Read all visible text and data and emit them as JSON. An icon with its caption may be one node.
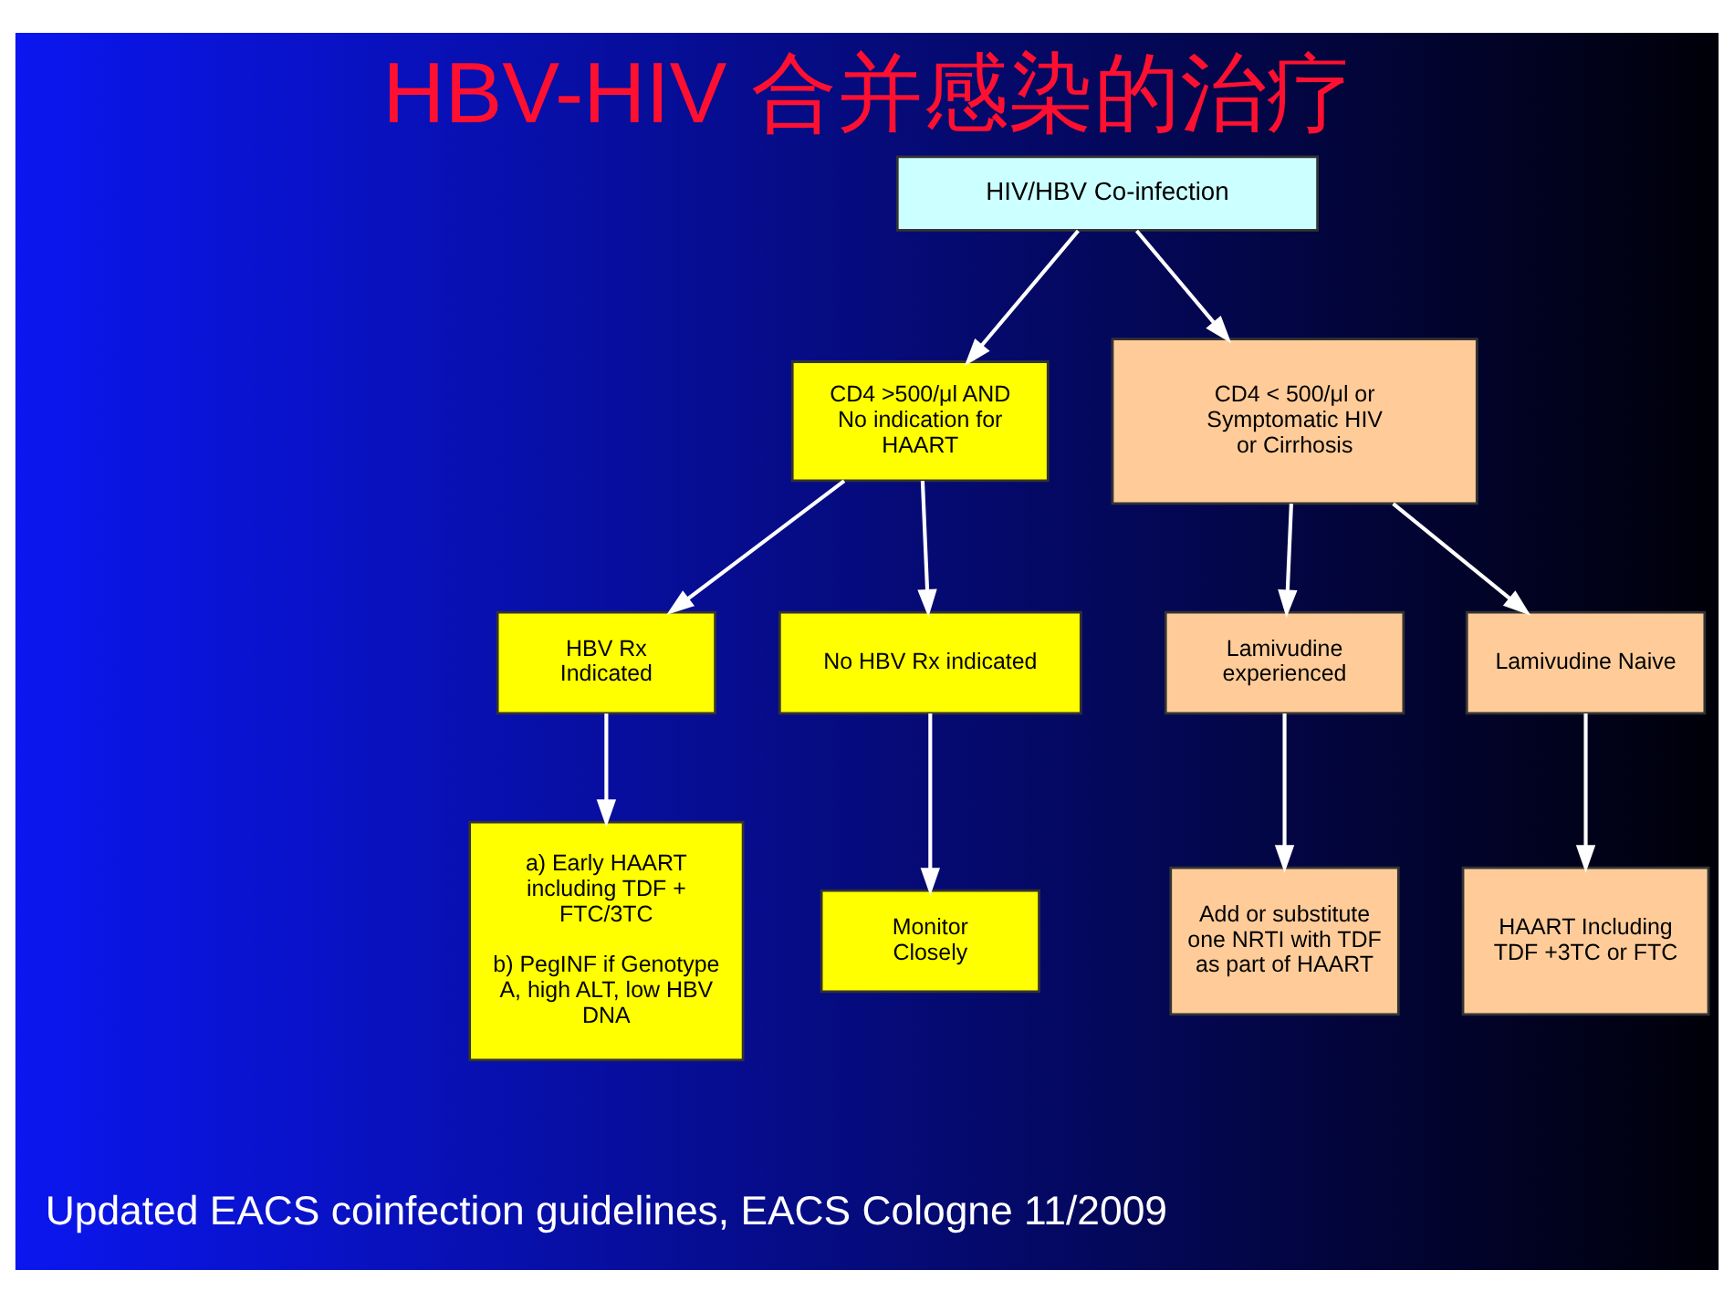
{
  "diagram": {
    "title": "HBV-HIV 合并感染的治疗",
    "caption": "Updated EACS coinfection guidelines, EACS Cologne 11/2009",
    "nodes": [
      {
        "text": [
          "HIV/HBV Co-infection"
        ]
      },
      {
        "text": [
          "CD4 >500/μl AND No indication for HAART"
        ]
      },
      {
        "text": [
          "CD4 < 500/μl or Symptomatic HIV or Cirrhosis"
        ]
      },
      {
        "text": [
          "HBV Rx Indicated"
        ]
      },
      {
        "text": [
          "No HBV Rx indicated"
        ]
      },
      {
        "text": [
          "Lamivudine experienced"
        ]
      },
      {
        "text": [
          "Lamivudine Naive"
        ]
      },
      {
        "text": [
          "a) Early HAART including TDF + FTC/3TC",
          "b) PegINF if Genotype A, high ALT, low HBV DNA"
        ]
      },
      {
        "text": [
          "Monitor Closely"
        ]
      },
      {
        "text": [
          "Add or substitute one NRTI with TDF as part of HAART"
        ]
      },
      {
        "text": [
          "HAART Including TDF +3TC or FTC"
        ]
      }
    ],
    "edges": [
      {
        "from": 0,
        "to": 1,
        "arrow": "to"
      },
      {
        "from": 0,
        "to": 2,
        "arrow": "to"
      },
      {
        "from": 1,
        "to": 3,
        "arrow": "to"
      },
      {
        "from": 1,
        "to": 4,
        "arrow": "to"
      },
      {
        "from": 2,
        "to": 5,
        "arrow": "to"
      },
      {
        "from": 2,
        "to": 6,
        "arrow": "to"
      },
      {
        "from": 3,
        "to": 7,
        "arrow": "to"
      },
      {
        "from": 4,
        "to": 8,
        "arrow": "to"
      },
      {
        "from": 5,
        "to": 9,
        "arrow": "to"
      },
      {
        "from": 6,
        "to": 10,
        "arrow": "to"
      }
    ]
  }
}
